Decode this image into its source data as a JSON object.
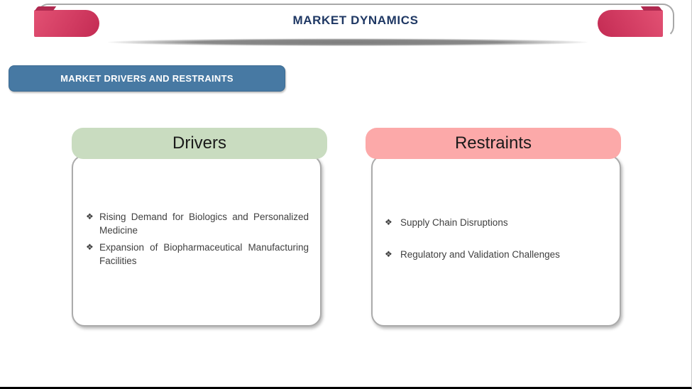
{
  "slide": {
    "header": {
      "title": "MARKET DYNAMICS"
    },
    "section_banner": {
      "label": "MARKET DRIVERS AND RESTRAINTS"
    },
    "bullet_glyph": "❖",
    "cards": [
      {
        "title": "Drivers",
        "items": [
          "Rising Demand for Biologics and Personalized Medicine",
          "Expansion of Biopharmaceutical Manufacturing Facilities"
        ]
      },
      {
        "title": "Restraints",
        "items": [
          "Supply Chain Disruptions",
          "Regulatory and Validation Challenges"
        ]
      }
    ],
    "colors": {
      "title_text": "#1F3864",
      "ribbon": "#D23C62",
      "section_banner_bg": "#4779A3",
      "drivers_header_bg": "#C9DCC0",
      "restraints_header_bg": "#FCA9A9",
      "body_text": "#404040",
      "card_border": "#ABABAB",
      "bottom_edge": "#000000"
    }
  }
}
